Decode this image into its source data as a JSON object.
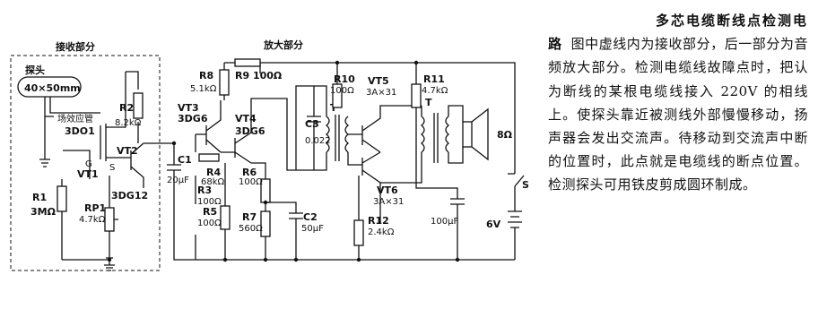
{
  "diagram": {
    "sections": {
      "receive": "接收部分",
      "amplify": "放大部分"
    },
    "probe": {
      "label": "探头",
      "size": "40×50mm"
    },
    "components": {
      "fet_label": "场效应管",
      "fet_model": "3DO1",
      "fet_g": "G",
      "fet_s": "S",
      "vt1": "VT1",
      "vt2": "VT2",
      "vt2_model": "3DG12",
      "r1": "R1",
      "r1_val": "3MΩ",
      "r2": "R2",
      "r2_val": "8.2kΩ",
      "rp1": "RP1",
      "rp1_val": "4.7kΩ",
      "r8": "R8",
      "r8_val": "5.1kΩ",
      "r9": "R9 100Ω",
      "vt3": "VT3",
      "vt3_model": "3DG6",
      "vt4": "VT4",
      "vt4_model": "3DG6",
      "c1": "C1",
      "c1_val": "20μF",
      "r4": "R4",
      "r4_val": "68kΩ",
      "r3": "R3",
      "r3_val": "100Ω",
      "r5": "R5",
      "r5_val": "100Ω",
      "r6": "R6",
      "r6_val": "100Ω",
      "r7": "R7",
      "r7_val": "560Ω",
      "c2": "C2",
      "c2_val": "50μF",
      "c3": "C3",
      "c3_val": "0.022",
      "t1": "T",
      "r10": "R10",
      "r10_val": "100Ω",
      "vt5": "VT5",
      "vt5_model": "3A×31",
      "r11": "R11",
      "r11_val": "4.7kΩ",
      "t2": "T",
      "vt6": "VT6",
      "vt6_model": "3A×31",
      "r12": "R12",
      "r12_val": "2.4kΩ",
      "c4_val": "100μF",
      "speaker": "8Ω",
      "switch": "S",
      "battery": "6V"
    }
  },
  "article": {
    "title_line1": "多芯电缆断线点检测电",
    "title_line2": "路",
    "body": "图中虚线内为接收部分，后一部分为音频放大部分。检测电缆线故障点时，把认为断线的某根电缆线接入 220V 的相线上。使探头靠近被测线外部慢慢移动，扬声器会发出交流声。待移动到交流声中断的位置时，此点就是电缆线的断点位置。检测探头可用铁皮剪成圆环制成。"
  }
}
